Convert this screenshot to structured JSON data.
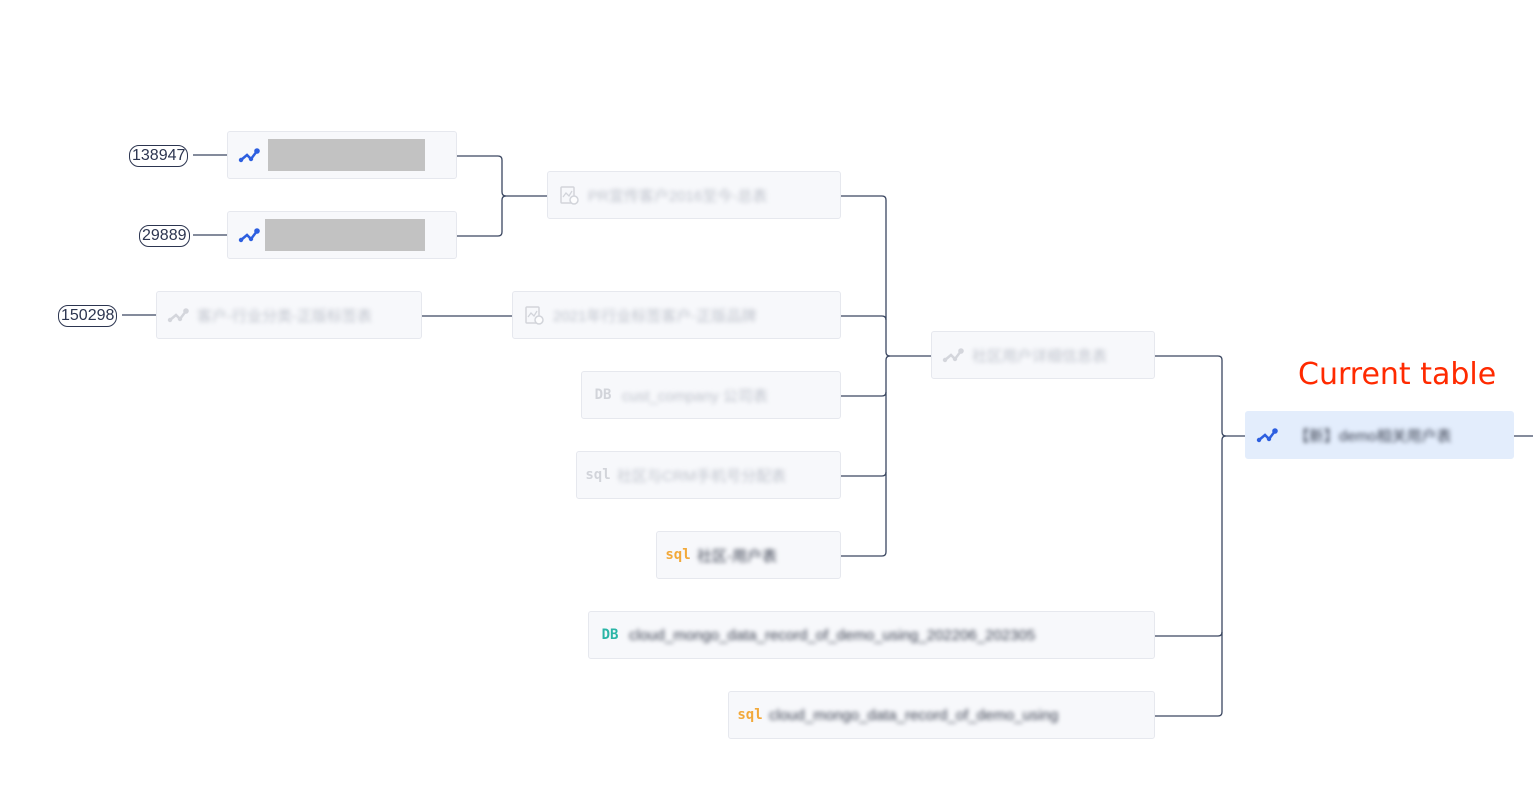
{
  "annotation": {
    "label": "Current table",
    "color": "#ff2a00"
  },
  "counts": [
    "138947",
    "29889",
    "150298"
  ],
  "nodes": {
    "a1": {
      "icon": "lineage-table-icon",
      "redacted": true
    },
    "a2": {
      "icon": "lineage-table-icon",
      "redacted": true
    },
    "a3": {
      "icon": "lineage-table-icon",
      "text": "客户-行业分类-正版标签表"
    },
    "b1": {
      "icon": "report-icon",
      "text": "PR宣传客户2016至今-总表"
    },
    "b2": {
      "icon": "report-icon",
      "text": "2021年行业标签客户-正版品牌"
    },
    "b3": {
      "icon": "DB",
      "text": "cust_company 公司表"
    },
    "b4": {
      "icon": "sql",
      "text": "社区与CRM手机号分配表"
    },
    "b5": {
      "icon": "sql",
      "text": "社区-用户表"
    },
    "c1": {
      "icon": "lineage-table-icon",
      "text": "社区用户详细信息表"
    },
    "c2": {
      "icon": "DB",
      "text": "cloud_mongo_data_record_of_demo_using_202206_202305"
    },
    "c3": {
      "icon": "sql",
      "text": "cloud_mongo_data_record_of_demo_using"
    },
    "d": {
      "icon": "lineage-table-icon",
      "text": "【新】demo相关用户表"
    }
  },
  "colors": {
    "blue": "#2d5fe0",
    "db": "#2bb5a6",
    "sql": "#f2a93b",
    "edge": "#3a4660",
    "current_bg": "#e3edfc"
  }
}
